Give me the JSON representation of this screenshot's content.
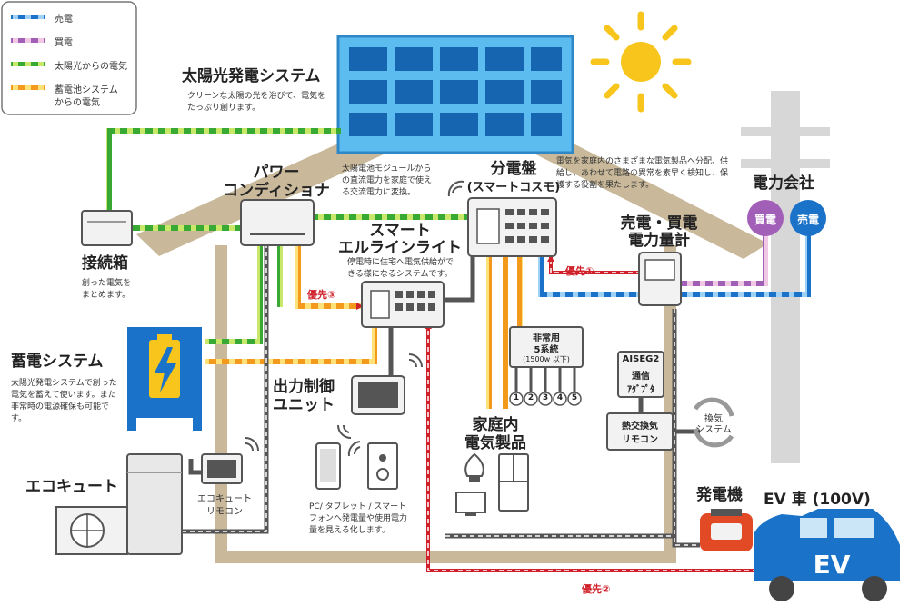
{
  "colors": {
    "sell": "#1a73c8",
    "buy": "#a25fb8",
    "solar": "#39a935",
    "battery": "#f39a1c",
    "house": "#c9b99a",
    "wire": "#555555",
    "priority": "#d0202a"
  },
  "legend": [
    {
      "label": "売電",
      "type": "sell"
    },
    {
      "label": "買電",
      "type": "buy"
    },
    {
      "label": "太陽光からの電気",
      "type": "solar"
    },
    {
      "label": "蓄電池システム",
      "label2": "からの電気",
      "type": "battery"
    }
  ],
  "solar": {
    "title": "太陽光発電システム",
    "desc": "クリーンな太陽の光を浴びて、電気をたっぷり創ります。"
  },
  "power_conditioner": {
    "title1": "パワー",
    "title2": "コンディショナ",
    "desc": "太陽電池モジュールからの直流電力を家庭で使える交流電力に変換。"
  },
  "junction_box": {
    "title": "接続箱",
    "desc": "創った電気をまとめます。"
  },
  "distribution_board": {
    "title1": "分電盤",
    "title2": "(スマートコスモ)",
    "desc": "電気を家庭内のさまざまな電気製品へ分配、供給し、あわせて電路の異常を素早く検知し、保護する役割を果たします。"
  },
  "utility": {
    "title": "電力会社",
    "buy": "買電",
    "sell": "売電"
  },
  "meter": {
    "title1": "売電・買電",
    "title2": "電力量計"
  },
  "smart_eline": {
    "title1": "スマート",
    "title2": "エルラインライト",
    "desc": "停電時に住宅へ電気供給ができる様になるシステムです。"
  },
  "priority": {
    "p1": "優先①",
    "p2": "優先②",
    "p3": "優先③"
  },
  "battery": {
    "title": "蓄電システム",
    "desc": "太陽光発電システムで創った電気を蓄えて使います。また非常時の電源確保も可能です。"
  },
  "output_unit": {
    "title1": "出力制御",
    "title2": "ユニット"
  },
  "emergency": {
    "line1": "非常用",
    "line2": "5系統",
    "line3": "(1500w 以下)",
    "circuits": [
      "1",
      "2",
      "3",
      "4",
      "5"
    ]
  },
  "aiseg": {
    "line1": "AISEG2",
    "line2": "通信",
    "line3": "ｱﾀﾞﾌﾟﾀ"
  },
  "ventilation": {
    "remote1": "熱交換気",
    "remote2": "リモコン",
    "system1": "換気",
    "system2": "システム"
  },
  "appliances": {
    "title1": "家庭内",
    "title2": "電気製品"
  },
  "ecocute": {
    "title": "エコキュート",
    "remote1": "エコキュート",
    "remote2": "リモコン"
  },
  "pc": {
    "desc": "PC/ タブレット / スマートフォンへ発電量や使用電力量を見える化します。"
  },
  "generator": {
    "title": "発電機"
  },
  "ev": {
    "title": "EV 車 (100V)",
    "badge": "EV"
  }
}
